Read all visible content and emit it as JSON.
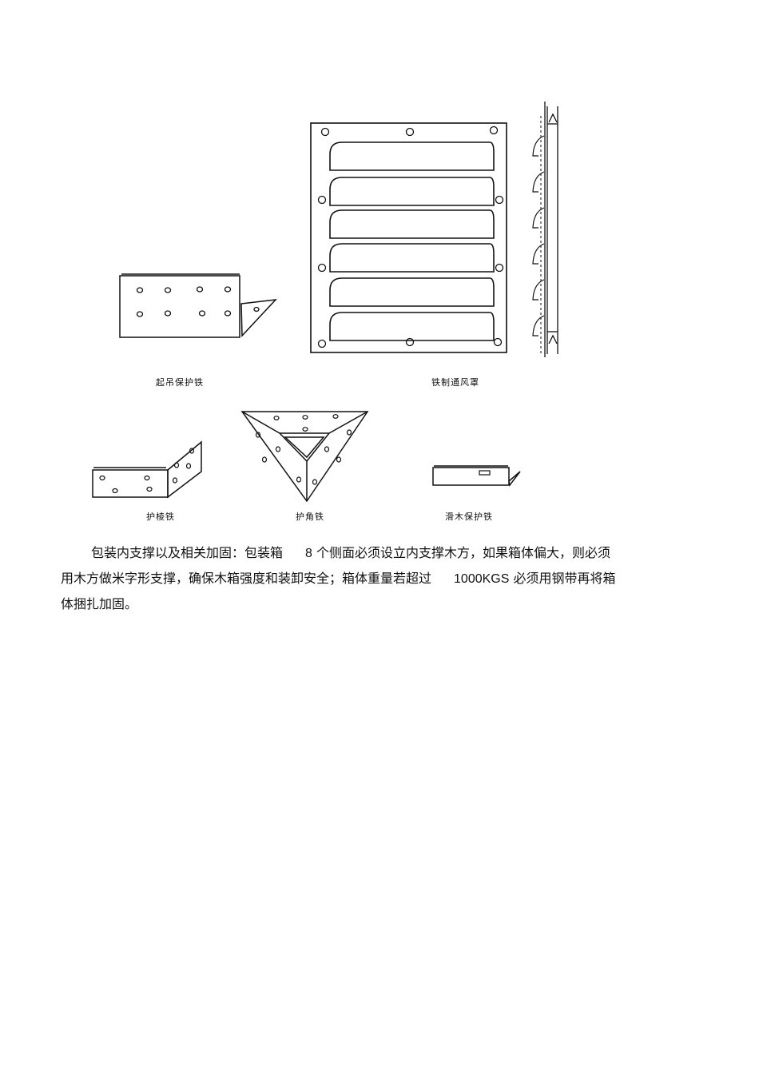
{
  "figures": {
    "lifting_guard": {
      "caption": "起吊保护铁"
    },
    "vent_cover": {
      "caption": "铁制通风罩"
    },
    "edge_guard": {
      "caption": "护棱铁"
    },
    "corner_guard": {
      "caption": "护角铁"
    },
    "skid_guard": {
      "caption": "滑木保护铁"
    }
  },
  "paragraph": {
    "line1_a": "包装内支撑以及相关加固：包装箱",
    "line1_num": "8",
    "line1_b": "个侧面必须设立内支撑木方，如果箱体偏大，则必须",
    "line2_a": "用木方做米字形支撑，确保木箱强度和装卸安全；箱体重量若超过",
    "line2_num": "1000KGS",
    "line2_b": "必须用钢带再将箱",
    "line3": "体捆扎加固。"
  }
}
